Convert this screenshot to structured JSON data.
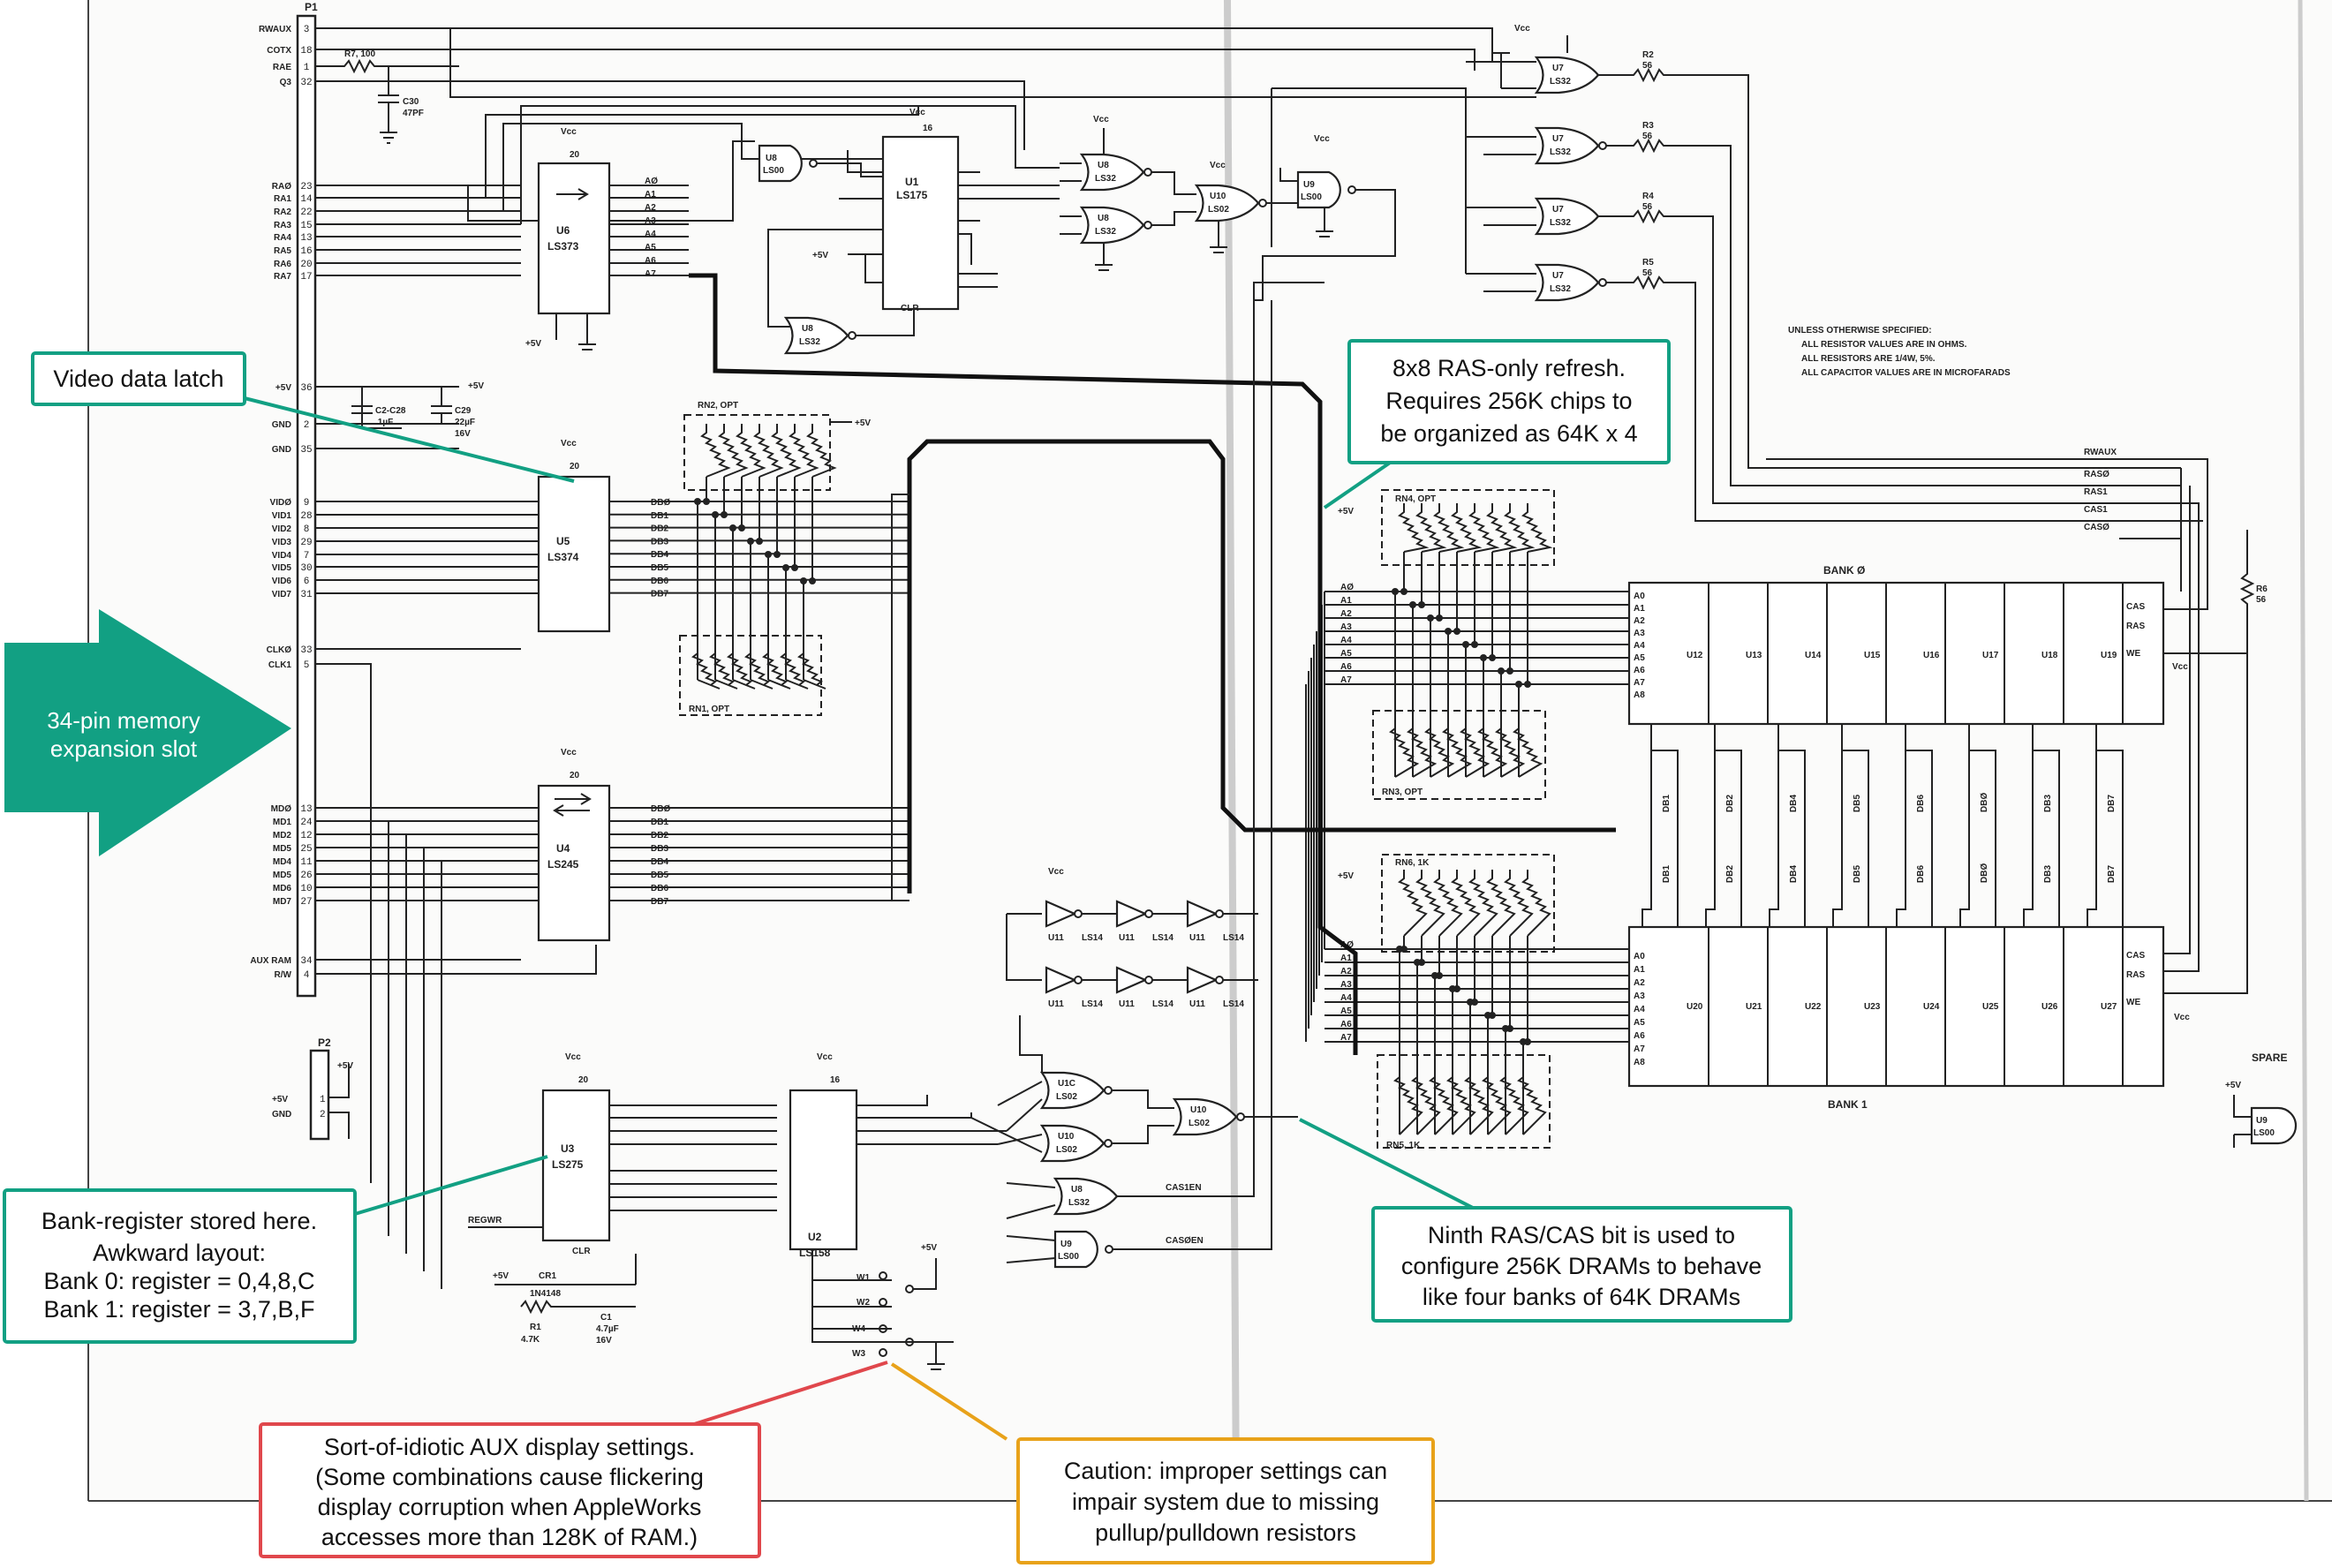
{
  "connector": {
    "name": "P1",
    "signals": [
      "RWAUX",
      "COTX",
      "RAE",
      "Q3",
      "RAØ",
      "RA1",
      "RA2",
      "RA3",
      "RA4",
      "RA5",
      "RA6",
      "RA7",
      "+5V",
      "GND",
      "GND",
      "VIDØ",
      "VID1",
      "VID2",
      "VID3",
      "VID4",
      "VID5",
      "VID6",
      "VID7",
      "CLKØ",
      "CLK1",
      "MDØ",
      "MD1",
      "MD2",
      "MD5",
      "MD4",
      "MD5",
      "MD6",
      "MD7",
      "AUX RAM",
      "R/W"
    ],
    "pins": [
      "3",
      "18",
      "1",
      "32",
      "23",
      "14",
      "22",
      "15",
      "13",
      "16",
      "20",
      "17",
      "36",
      "2",
      "35",
      "9",
      "28",
      "8",
      "29",
      "7",
      "30",
      "6",
      "31",
      "33",
      "5",
      "13",
      "24",
      "12",
      "25",
      "11",
      "26",
      "10",
      "27",
      "34",
      "4"
    ]
  },
  "connector2": {
    "name": "P2",
    "signals": [
      "+5V",
      "GND"
    ],
    "pins": [
      "1",
      "2"
    ]
  },
  "chips": {
    "u6": {
      "ref": "U6",
      "part": "LS373",
      "vcc": "Vcc",
      "vpin": "20"
    },
    "u5": {
      "ref": "U5",
      "part": "LS374",
      "vcc": "Vcc",
      "vpin": "20"
    },
    "u4": {
      "ref": "U4",
      "part": "LS245",
      "vcc": "Vcc",
      "vpin": "20"
    },
    "u3": {
      "ref": "U3",
      "part": "LS275",
      "vcc": "Vcc",
      "vpin": "20"
    },
    "u2": {
      "ref": "U2",
      "part": "LS158",
      "vcc": "Vcc",
      "vpin": "16"
    },
    "u1": {
      "ref": "U1",
      "part": "LS175",
      "vcc": "Vcc",
      "vpin": "16"
    },
    "u8a": {
      "ref": "U8",
      "part": "LS00"
    },
    "u8b": {
      "ref": "U8",
      "part": "LS32"
    },
    "u8c": {
      "ref": "U8",
      "part": "LS32"
    },
    "u8d": {
      "ref": "U8",
      "part": "LS32"
    },
    "u10a": {
      "ref": "U10",
      "part": "LS02"
    },
    "u9a": {
      "ref": "U9",
      "part": "LS00"
    },
    "u7": [
      "U7",
      "U7",
      "U7",
      "U7"
    ],
    "u7part": "LS32",
    "u11": [
      "U11",
      "U11",
      "U11",
      "U11",
      "U11",
      "U11"
    ],
    "u11part": "LS14",
    "u10b": {
      "ref": "U1C",
      "part": "LS02"
    },
    "u10c": {
      "ref": "U10",
      "part": "LS02"
    },
    "u10d": {
      "ref": "U10",
      "part": "LS02"
    },
    "u8e": {
      "ref": "U8",
      "part": "LS32"
    },
    "u9b": {
      "ref": "U9",
      "part": "LS00"
    },
    "spare": {
      "title": "SPARE",
      "ref": "U9",
      "part": "LS00"
    }
  },
  "resistors": {
    "r7": "R7, 100",
    "r2": [
      "R2",
      "56"
    ],
    "r3": [
      "R3",
      "56"
    ],
    "r4": [
      "R4",
      "56"
    ],
    "r5": [
      "R5",
      "56"
    ],
    "r6": [
      "R6",
      "56"
    ],
    "r1": [
      "R1",
      "4.7K"
    ],
    "rn2": "RN2, OPT",
    "rn1": "RN1, OPT",
    "rn4": "RN4, OPT",
    "rn3": "RN3, OPT",
    "rn6": "RN6, 1K",
    "rn5": "RN5, 1K"
  },
  "caps": {
    "c30": [
      "C30",
      "47PF"
    ],
    "c2": [
      "C2-C28",
      ".1µF"
    ],
    "c29": [
      "C29",
      "22µF",
      "16V"
    ],
    "c1": [
      "C1",
      "4.7µF",
      "16V"
    ]
  },
  "diode": [
    "CR1",
    "1N4148"
  ],
  "banks": {
    "bank0": {
      "title": "BANK Ø",
      "chips": [
        "U12",
        "U13",
        "U14",
        "U15",
        "U16",
        "U17",
        "U18",
        "U19"
      ]
    },
    "bank1": {
      "title": "BANK 1",
      "chips": [
        "U20",
        "U21",
        "U22",
        "U23",
        "U24",
        "U25",
        "U26",
        "U27"
      ]
    },
    "addr": [
      "A0",
      "A1",
      "A2",
      "A3",
      "A4",
      "A5",
      "A6",
      "A7",
      "A8"
    ],
    "data": [
      "DB1",
      "DB2",
      "DB4",
      "DB5",
      "DB6",
      "DBØ",
      "DB3",
      "DB7"
    ],
    "ctrl0": [
      "CAS",
      "RAS",
      "WE"
    ],
    "ctrl1": [
      "CAS",
      "RAS",
      "WE"
    ]
  },
  "buses": {
    "ma": [
      "AØ",
      "A1",
      "A2",
      "A3",
      "A4",
      "A5",
      "A6",
      "A7"
    ],
    "db": [
      "DBØ",
      "DB1",
      "DB2",
      "DB3",
      "DB4",
      "DB5",
      "DB6",
      "DB7"
    ],
    "ras": [
      "RWAUX",
      "RASØ",
      "RAS1",
      "CAS1",
      "CASØ"
    ],
    "cas1en": "CAS1EN",
    "cas0en": "CASØEN",
    "regwr": "REGWR",
    "jumpers": [
      "W1",
      "W2",
      "W4",
      "W3"
    ],
    "plus5v": "+5V",
    "vcc": "Vcc"
  },
  "notes": [
    "UNLESS OTHERWISE SPECIFIED:",
    "ALL RESISTOR VALUES ARE IN OHMS.",
    "ALL RESISTORS ARE 1/4W, 5%.",
    "ALL CAPACITOR VALUES ARE IN MICROFARADS"
  ],
  "callouts": {
    "video": "Video data latch",
    "slot": [
      "34-pin memory",
      "expansion slot"
    ],
    "refresh": [
      "8x8 RAS-only refresh.",
      "Requires 256K chips to",
      "be organized as 64K x 4"
    ],
    "bankreg": [
      "Bank-register stored here.",
      "Awkward layout:",
      "Bank 0: register = 0,4,8,C",
      "Bank 1: register = 3,7,B,F"
    ],
    "ninth": [
      "Ninth RAS/CAS bit is used to",
      "configure 256K DRAMs to behave",
      "like four banks of 64K DRAMs"
    ],
    "aux": [
      "Sort-of-idiotic AUX display settings.",
      "(Some combinations cause flickering",
      "display corruption when AppleWorks",
      "accesses more than 128K of RAM.)"
    ],
    "caution": [
      "Caution: improper settings can",
      "impair system due to missing",
      "pullup/pulldown resistors"
    ]
  },
  "colors": {
    "teal": "#12a083",
    "teal_border": "#12a083",
    "red": "#e0474c",
    "orange": "#e8a21a",
    "ink": "#222222"
  }
}
